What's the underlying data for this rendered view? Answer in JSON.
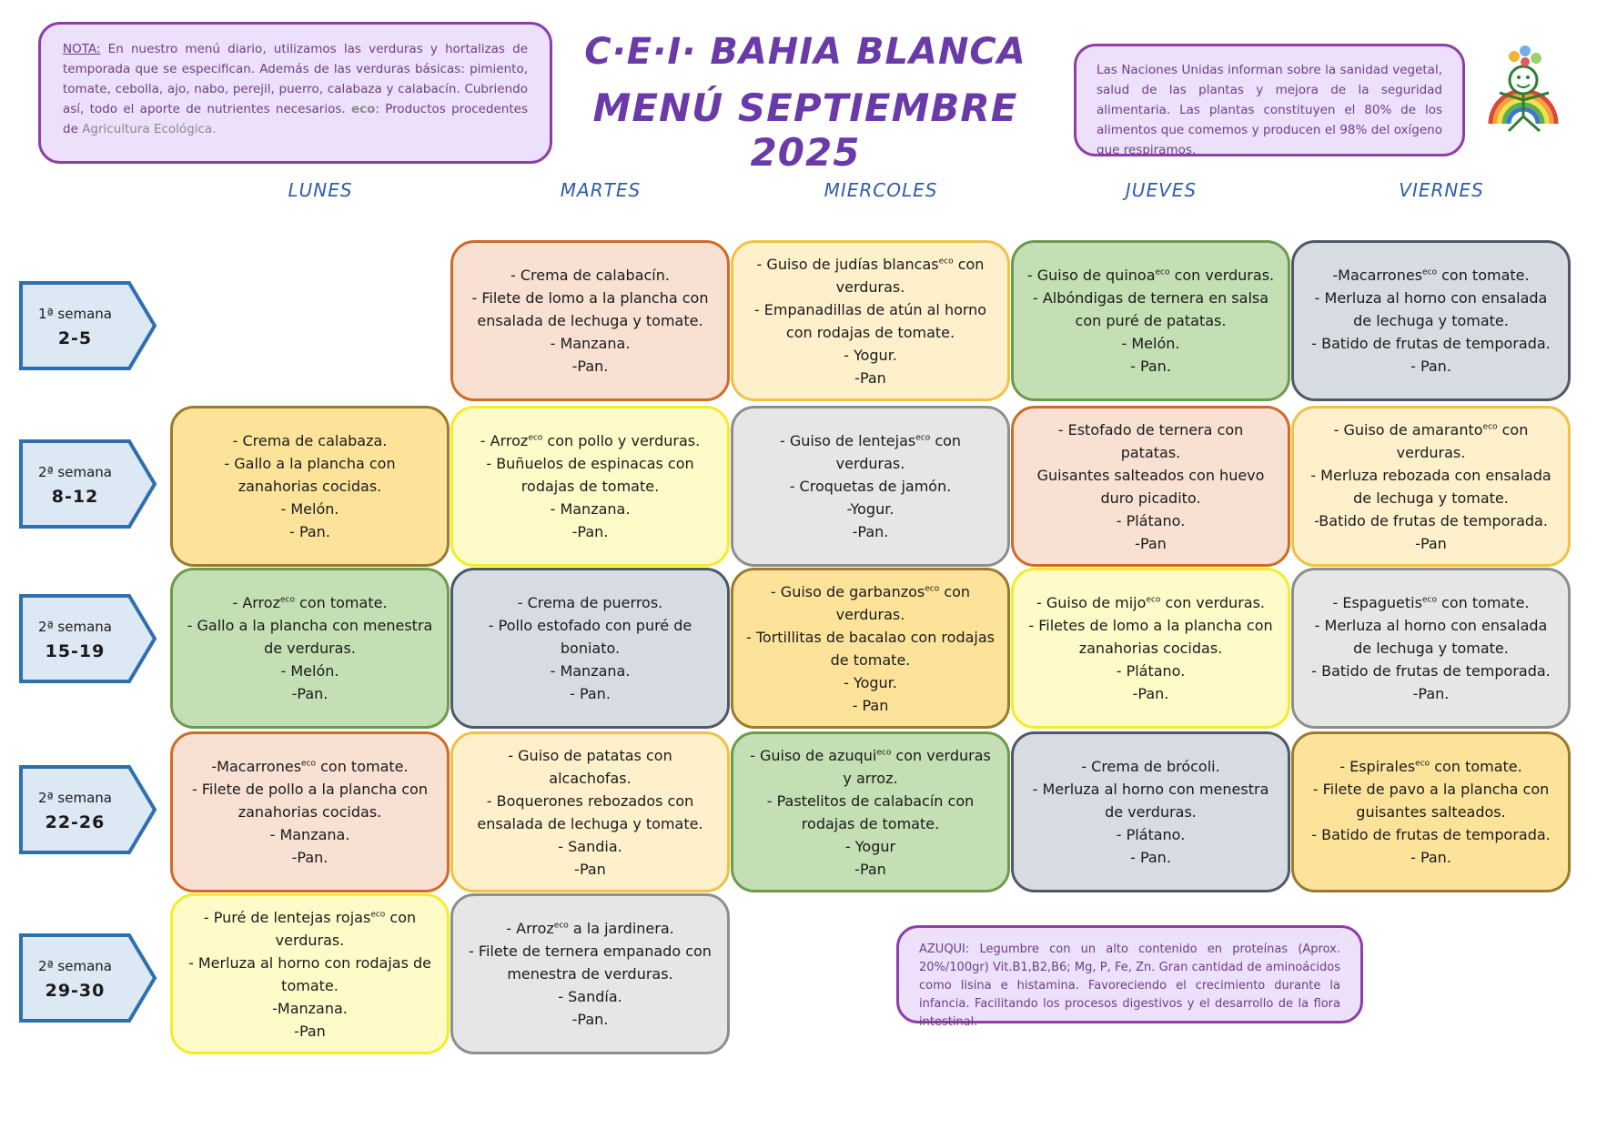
{
  "note_top_left": {
    "nota_label": "NOTA:",
    "text": " En nuestro menú diario, utilizamos las verduras y hortalizas de temporada que se especifican. Además de las verduras básicas: pimiento, tomate, cebolla, ajo, nabo, perejil, puerro, calabaza y calabacín. Cubriendo así, todo el aporte de nutrientes necesarios. ",
    "eco_label": "eco",
    "eco_text": ": Productos procedentes de ",
    "agri_text": "Agricultura Ecológica."
  },
  "title": {
    "line1": "C·E·I· BAHIA BLANCA",
    "line2": "MENÚ SEPTIEMBRE 2025"
  },
  "note_top_right": "Las Naciones Unidas informan sobre la sanidad vegetal, salud de las plantas y mejora de la seguridad alimentaria. Las plantas constituyen el 80% de los alimentos que comemos y producen el 98% del oxígeno que respiramos.",
  "note_bottom": "AZUQUI: Legumbre con un alto contenido en proteínas (Aprox. 20%/100gr) Vit.B1,B2,B6; Mg, P, Fe, Zn. Gran cantidad de aminoácidos como lisina e histamina. Favoreciendo el crecimiento durante la infancia. Facilitando los procesos digestivos y el desarrollo de la flora intestinal.",
  "days": [
    "LUNES",
    "MARTES",
    "MIERCOLES",
    "JUEVES",
    "VIERNES"
  ],
  "weeks": [
    {
      "label": "1ª semana",
      "dates": "2-5"
    },
    {
      "label": "2ª semana",
      "dates": "8-12"
    },
    {
      "label": "2ª semana",
      "dates": "15-19"
    },
    {
      "label": "2ª semana",
      "dates": "22-26"
    },
    {
      "label": "2ª semana",
      "dates": "29-30"
    }
  ],
  "menus": [
    {
      "lines": [
        "- Crema de calabacín.",
        "- Filete de lomo a la plancha con ensalada de lechuga y tomate.",
        "- Manzana.",
        "-Pan."
      ],
      "bg": "#f8e0d3",
      "border": "#cf6a27"
    },
    {
      "lines": [
        "- Guiso de judías blancas",
        "eco",
        " con verduras.",
        "- Empanadillas de atún al horno con rodajas de tomate.",
        "- Yogur.",
        "-Pan"
      ],
      "bg": "#fff0cc",
      "border": "#efc246"
    },
    {
      "lines": [
        "- Guiso de quinoa",
        "eco",
        " con verduras.",
        "- Albóndigas de ternera en salsa con puré de patatas.",
        "- Melón.",
        "- Pan."
      ],
      "bg": "#c4dfb4",
      "border": "#6c9b4b"
    },
    {
      "lines": [
        "-Macarrones",
        "eco",
        " con tomate.",
        "- Merluza al horno con ensalada de lechuga y tomate.",
        "- Batido de frutas de temporada.",
        "- Pan."
      ],
      "bg": "#d7dce3",
      "border": "#4e5866"
    },
    {
      "lines": [
        "- Crema de calabaza.",
        "- Gallo a la plancha con zanahorias cocidas.",
        "- Melón.",
        "- Pan."
      ],
      "bg": "#fde39a",
      "border": "#9a7b2b"
    },
    {
      "lines": [
        "- Arroz",
        "eco",
        " con pollo y verduras.",
        "- Buñuelos de espinacas con rodajas de tomate.",
        "- Manzana.",
        "-Pan."
      ],
      "bg": "#fffbc9",
      "border": "#f3ec2a"
    },
    {
      "lines": [
        "- Guiso de lentejas",
        "eco",
        " con verduras.",
        "- Croquetas de jamón.",
        "-Yogur.",
        "-Pan."
      ],
      "bg": "#e6e6e6",
      "border": "#8e8e8e"
    },
    {
      "lines": [
        "- Estofado de ternera con patatas.",
        "Guisantes salteados con huevo duro picadito.",
        "- Plátano.",
        "-Pan"
      ],
      "bg": "#f8e0d3",
      "border": "#cf6a27"
    },
    {
      "lines": [
        "- Guiso de amaranto",
        "eco",
        " con verduras.",
        "- Merluza rebozada con ensalada de lechuga y tomate.",
        "-Batido de frutas de temporada.",
        "-Pan"
      ],
      "bg": "#fff0cc",
      "border": "#efc246"
    },
    {
      "lines": [
        "- Arroz",
        "eco",
        " con tomate.",
        "- Gallo a la plancha con menestra de verduras.",
        "- Melón.",
        "-Pan."
      ],
      "bg": "#c4dfb4",
      "border": "#6c9b4b"
    },
    {
      "lines": [
        "- Crema de puerros.",
        "- Pollo estofado con puré de boniato.",
        "- Manzana.",
        "- Pan."
      ],
      "bg": "#d7dce3",
      "border": "#4e5866"
    },
    {
      "lines": [
        "- Guiso de garbanzos",
        "eco",
        " con verduras.",
        "- Tortillitas de bacalao con rodajas de tomate.",
        "- Yogur.",
        "- Pan"
      ],
      "bg": "#fde39a",
      "border": "#9a7b2b"
    },
    {
      "lines": [
        "- Guiso de mijo",
        "eco",
        " con verduras.",
        "- Filetes de lomo a la plancha con zanahorias cocidas.",
        "- Plátano.",
        "-Pan."
      ],
      "bg": "#fffbc9",
      "border": "#f3ec2a"
    },
    {
      "lines": [
        "- Espaguetis",
        "eco",
        " con tomate.",
        "- Merluza al horno con ensalada de lechuga y tomate.",
        "- Batido de frutas de temporada.",
        "-Pan."
      ],
      "bg": "#e6e6e6",
      "border": "#8e8e8e"
    },
    {
      "lines": [
        "-Macarrones",
        "eco",
        " con tomate.",
        "- Filete de pollo a la plancha con zanahorias cocidas.",
        "- Manzana.",
        "-Pan."
      ],
      "bg": "#f8e0d3",
      "border": "#cf6a27"
    },
    {
      "lines": [
        "- Guiso de patatas con alcachofas.",
        "- Boquerones rebozados con ensalada de lechuga y tomate.",
        "- Sandia.",
        "-Pan"
      ],
      "bg": "#fff0cc",
      "border": "#efc246"
    },
    {
      "lines": [
        "- Guiso de azuqui",
        "eco",
        " con verduras y arroz.",
        "- Pastelitos de calabacín con rodajas de tomate.",
        "- Yogur",
        "-Pan"
      ],
      "bg": "#c4dfb4",
      "border": "#6c9b4b"
    },
    {
      "lines": [
        "- Crema de brócoli.",
        "- Merluza al horno con menestra de verduras.",
        "- Plátano.",
        "- Pan."
      ],
      "bg": "#d7dce3",
      "border": "#4e5866"
    },
    {
      "lines": [
        "- Espirales",
        "eco",
        " con tomate.",
        "- Filete de pavo a la plancha con guisantes salteados.",
        "- Batido de frutas de temporada.",
        "- Pan."
      ],
      "bg": "#fde39a",
      "border": "#9a7b2b"
    },
    {
      "lines": [
        "- Puré de lentejas rojas",
        "eco",
        " con verduras.",
        "- Merluza al horno con rodajas de tomate.",
        "-Manzana.",
        "-Pan"
      ],
      "bg": "#fffbc9",
      "border": "#f3ec2a"
    },
    {
      "lines": [
        "- Arroz",
        "eco",
        " a la jardinera.",
        "- Filete de ternera empanado con menestra de verduras.",
        "- Sandía.",
        "-Pan."
      ],
      "bg": "#e6e6e6",
      "border": "#8e8e8e"
    }
  ],
  "colors": {
    "title": "#6a3ba8",
    "days": "#2f5da8",
    "note_border": "#8e3fa6",
    "note_bg": "#ece0fb",
    "week_fill": "#dde8f5",
    "week_border": "#2f6fb0"
  }
}
